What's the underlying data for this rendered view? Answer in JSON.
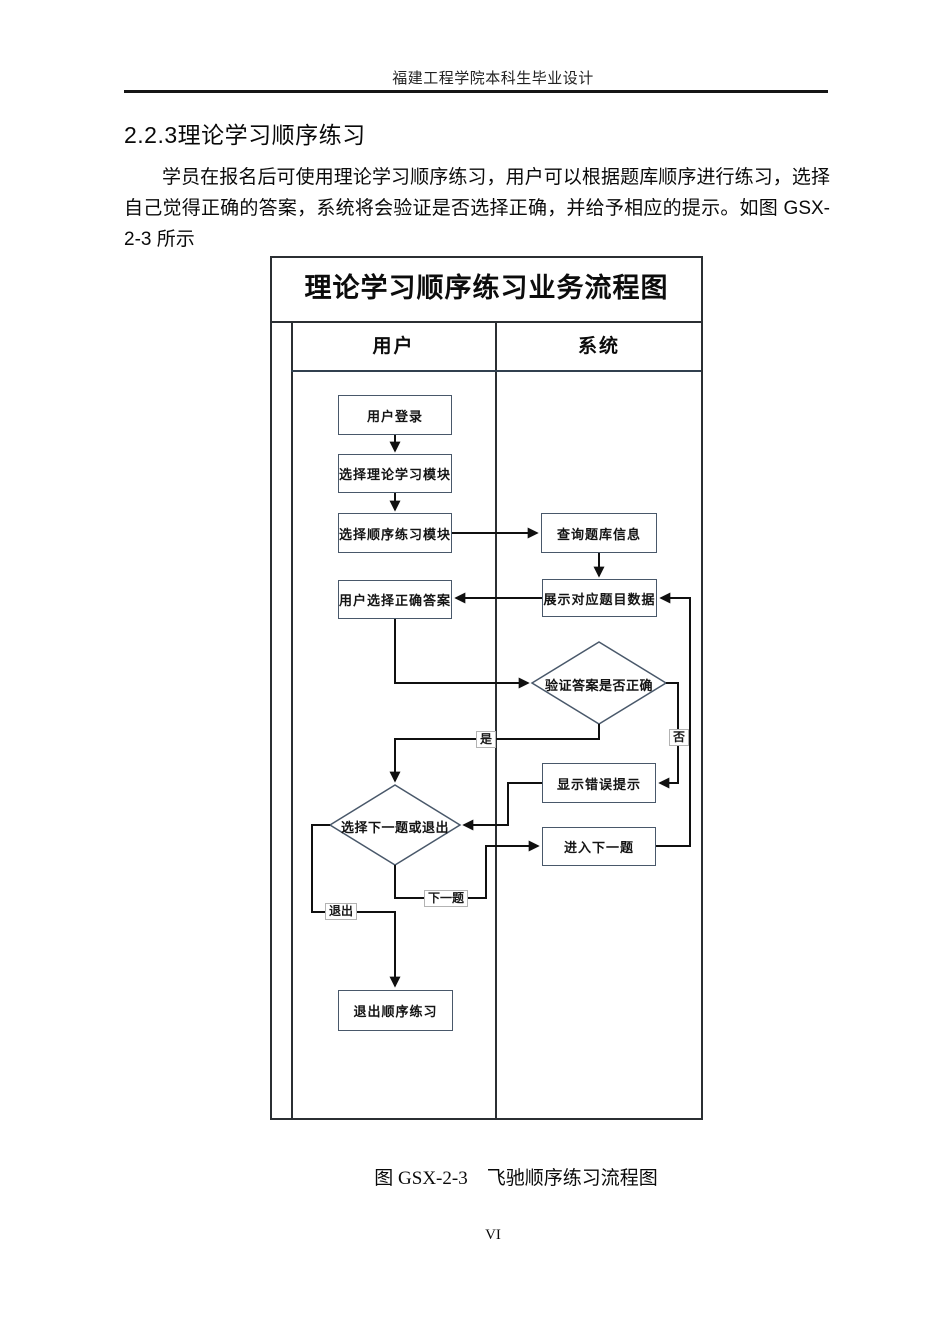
{
  "page": {
    "header_title": "福建工程学院本科生毕业设计",
    "page_number": "VI"
  },
  "section": {
    "heading": "2.2.3理论学习顺序练习",
    "paragraph": "学员在报名后可使用理论学习顺序练习，用户可以根据题库顺序进行练习，选择自己觉得正确的答案，系统将会验证是否选择正确，并给予相应的提示。如图 GSX-2-3 所示"
  },
  "figure": {
    "title": "理论学习顺序练习业务流程图",
    "lanes": [
      "用户",
      "系统"
    ],
    "nodes": [
      {
        "id": "user-login",
        "lane": "用户",
        "type": "process",
        "label": "用户登录"
      },
      {
        "id": "select-theory-module",
        "lane": "用户",
        "type": "process",
        "label": "选择理论学习模块"
      },
      {
        "id": "select-sequence-module",
        "lane": "用户",
        "type": "process",
        "label": "选择顺序练习模块"
      },
      {
        "id": "query-question-bank",
        "lane": "系统",
        "type": "process",
        "label": "查询题库信息"
      },
      {
        "id": "user-choose-answer",
        "lane": "用户",
        "type": "process",
        "label": "用户选择正确答案"
      },
      {
        "id": "show-question-data",
        "lane": "系统",
        "type": "process",
        "label": "展示对应题目数据"
      },
      {
        "id": "verify-answer",
        "lane": "系统",
        "type": "decision",
        "label": "验证答案是否正确"
      },
      {
        "id": "show-error-tip",
        "lane": "系统",
        "type": "process",
        "label": "显示错误提示"
      },
      {
        "id": "next-or-exit",
        "lane": "用户",
        "type": "decision",
        "label": "选择下一题或退出"
      },
      {
        "id": "enter-next-question",
        "lane": "系统",
        "type": "process",
        "label": "进入下一题"
      },
      {
        "id": "exit-sequence-practice",
        "lane": "用户",
        "type": "process",
        "label": "退出顺序练习"
      }
    ],
    "edges": [
      {
        "from": "用户登录",
        "to": "选择理论学习模块"
      },
      {
        "from": "选择理论学习模块",
        "to": "选择顺序练习模块"
      },
      {
        "from": "选择顺序练习模块",
        "to": "查询题库信息"
      },
      {
        "from": "查询题库信息",
        "to": "展示对应题目数据"
      },
      {
        "from": "展示对应题目数据",
        "to": "用户选择正确答案"
      },
      {
        "from": "用户选择正确答案",
        "to": "验证答案是否正确"
      },
      {
        "from": "验证答案是否正确",
        "to": "选择下一题或退出",
        "label": "是"
      },
      {
        "from": "验证答案是否正确",
        "to": "显示错误提示",
        "label": "否"
      },
      {
        "from": "显示错误提示",
        "to": "选择下一题或退出"
      },
      {
        "from": "选择下一题或退出",
        "to": "进入下一题",
        "label": "下一题"
      },
      {
        "from": "进入下一题",
        "to": "展示对应题目数据"
      },
      {
        "from": "选择下一题或退出",
        "to": "退出顺序练习",
        "label": "退出"
      }
    ],
    "edge_labels": {
      "yes": "是",
      "no": "否",
      "next": "下一题",
      "exit": "退出"
    },
    "caption": "图 GSX-2-3　飞驰顺序练习流程图"
  },
  "colors": {
    "line": "#101010",
    "box_border": "#49586a",
    "rule": "#161616"
  }
}
